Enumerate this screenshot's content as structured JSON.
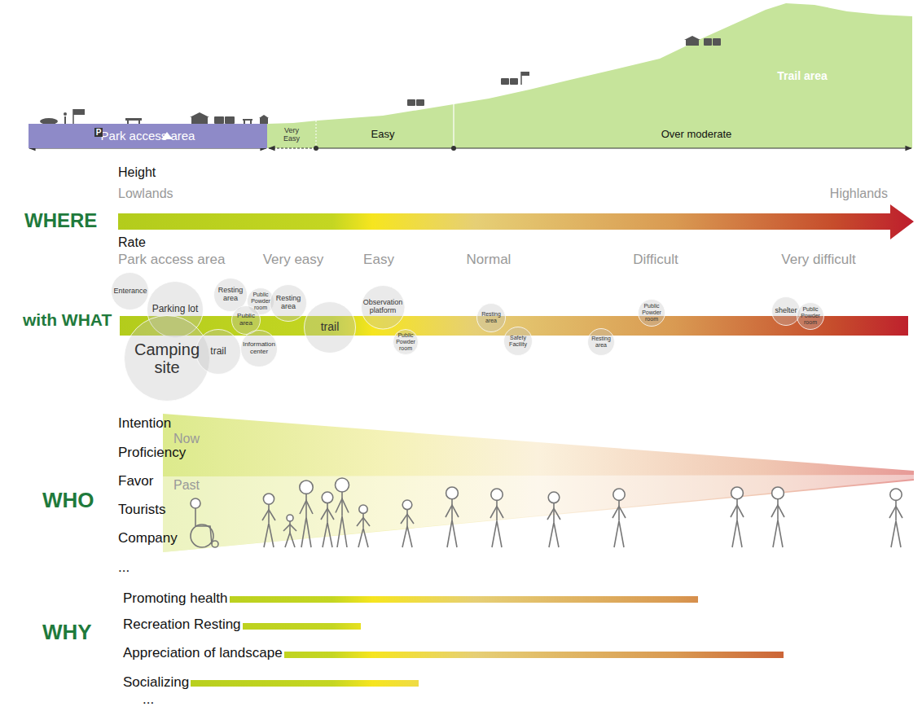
{
  "diagram": {
    "nodes": [
      {
        "text": [
          "Park access area"
        ]
      },
      {
        "text": [
          "Enterance"
        ]
      },
      {
        "text": [
          "Parking lot"
        ]
      },
      {
        "text": [
          "Resting area"
        ]
      },
      {
        "text": [
          "Public Powder room"
        ]
      },
      {
        "text": [
          "Public area"
        ]
      },
      {
        "text": [
          "Resting area"
        ]
      },
      {
        "text": [
          "Observation platform"
        ]
      },
      {
        "text": [
          "Camping site"
        ]
      },
      {
        "text": [
          "trail"
        ]
      },
      {
        "text": [
          "trail"
        ]
      },
      {
        "text": [
          "Information center"
        ]
      },
      {
        "text": [
          "Public Powder room"
        ]
      },
      {
        "text": [
          "Resting area"
        ]
      },
      {
        "text": [
          "Safety Facility"
        ]
      },
      {
        "text": [
          "Resting area"
        ]
      },
      {
        "text": [
          "Public Powder room"
        ]
      },
      {
        "text": [
          "shelter"
        ]
      },
      {
        "text": [
          "Public Powder room"
        ]
      }
    ],
    "labels": [
      "P",
      "Very Easy",
      "Easy",
      "Over moderate",
      "Trail area",
      "Height",
      "Lowlands",
      "Highlands",
      "WHERE",
      "Rate",
      "Park access area",
      "Very easy",
      "Easy",
      "Normal",
      "Difficult",
      "Very difficult",
      "with WHAT",
      "Intention",
      "Now",
      "Proficiency",
      "Favor",
      "Past",
      "Tourists",
      "Company",
      "...",
      "WHO",
      "Promoting health",
      "Recreation Resting",
      "Appreciation of landscape",
      "Socializing",
      "...",
      "WHY"
    ]
  }
}
